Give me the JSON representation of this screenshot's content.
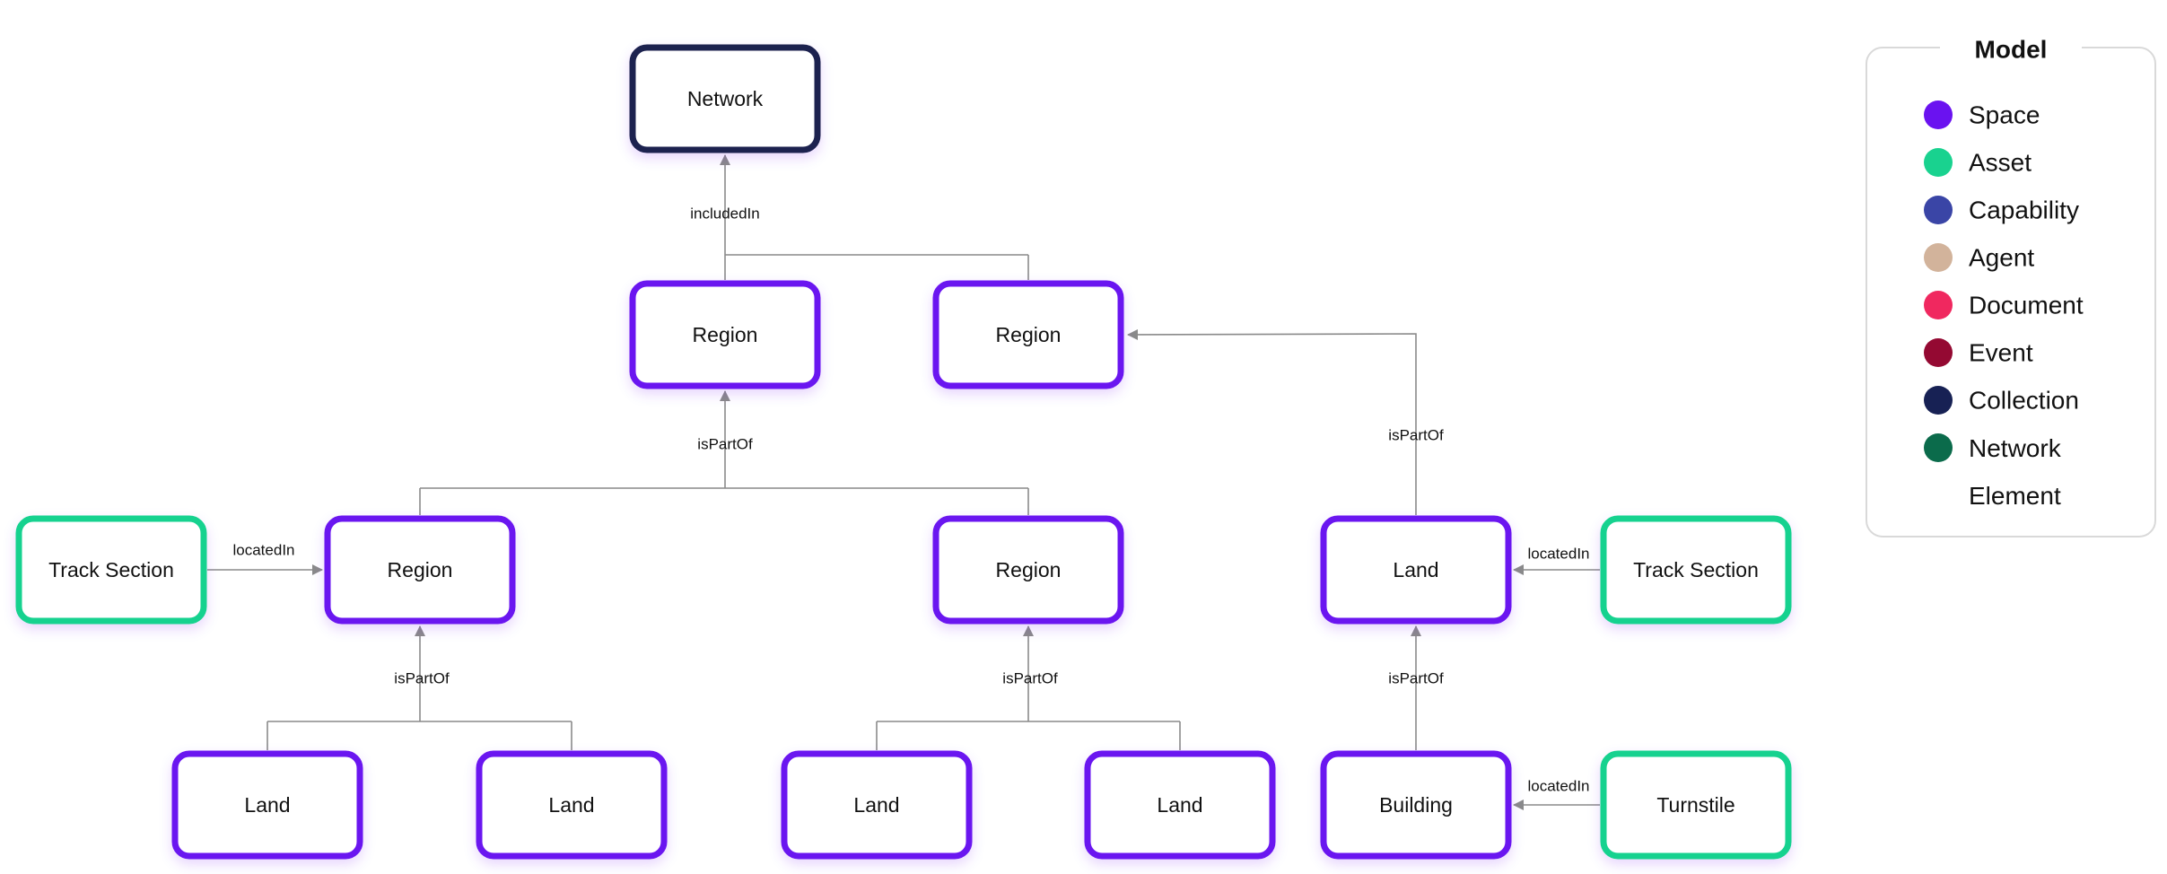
{
  "diagram": {
    "nodes": [
      {
        "id": "network",
        "label": "Network",
        "kind": "collection"
      },
      {
        "id": "region-a",
        "label": "Region",
        "kind": "space"
      },
      {
        "id": "region-b",
        "label": "Region",
        "kind": "space"
      },
      {
        "id": "region-c",
        "label": "Region",
        "kind": "space"
      },
      {
        "id": "region-d",
        "label": "Region",
        "kind": "space"
      },
      {
        "id": "land-mid",
        "label": "Land",
        "kind": "space"
      },
      {
        "id": "track-left",
        "label": "Track Section",
        "kind": "asset"
      },
      {
        "id": "track-right",
        "label": "Track Section",
        "kind": "asset"
      },
      {
        "id": "land-1",
        "label": "Land",
        "kind": "space"
      },
      {
        "id": "land-2",
        "label": "Land",
        "kind": "space"
      },
      {
        "id": "land-3",
        "label": "Land",
        "kind": "space"
      },
      {
        "id": "land-4",
        "label": "Land",
        "kind": "space"
      },
      {
        "id": "building",
        "label": "Building",
        "kind": "space"
      },
      {
        "id": "turnstile",
        "label": "Turnstile",
        "kind": "asset"
      }
    ],
    "edges": [
      {
        "id": "e-included",
        "label": "includedIn",
        "from": [
          "region-a",
          "region-b"
        ],
        "to": "network"
      },
      {
        "id": "e-partof-1",
        "label": "isPartOf",
        "from": [
          "region-c",
          "region-d"
        ],
        "to": "region-a"
      },
      {
        "id": "e-partof-2",
        "label": "isPartOf",
        "from": [
          "land-mid"
        ],
        "to": "region-b"
      },
      {
        "id": "e-located-1",
        "label": "locatedIn",
        "from": [
          "track-left"
        ],
        "to": "region-c"
      },
      {
        "id": "e-located-2",
        "label": "locatedIn",
        "from": [
          "track-right"
        ],
        "to": "land-mid"
      },
      {
        "id": "e-partof-3",
        "label": "isPartOf",
        "from": [
          "land-1",
          "land-2"
        ],
        "to": "region-c"
      },
      {
        "id": "e-partof-4",
        "label": "isPartOf",
        "from": [
          "land-3",
          "land-4"
        ],
        "to": "region-d"
      },
      {
        "id": "e-partof-5",
        "label": "isPartOf",
        "from": [
          "building"
        ],
        "to": "land-mid"
      },
      {
        "id": "e-located-3",
        "label": "locatedIn",
        "from": [
          "turnstile"
        ],
        "to": "building"
      }
    ]
  },
  "legend": {
    "title": "Model",
    "items": [
      {
        "label": "Space",
        "color": "#6a12f0"
      },
      {
        "label": "Asset",
        "color": "#19d28f"
      },
      {
        "label": "Capability",
        "color": "#3a45a6"
      },
      {
        "label": "Agent",
        "color": "#d2b39b"
      },
      {
        "label": "Document",
        "color": "#f0285f"
      },
      {
        "label": "Event",
        "color": "#940932"
      },
      {
        "label": "Collection",
        "color": "#172154"
      },
      {
        "label": "Network Element",
        "color": "#0b6b4b"
      }
    ]
  },
  "kind_colors": {
    "space": "#6a12f0",
    "asset": "#19d28f",
    "collection": "#1c2250"
  }
}
